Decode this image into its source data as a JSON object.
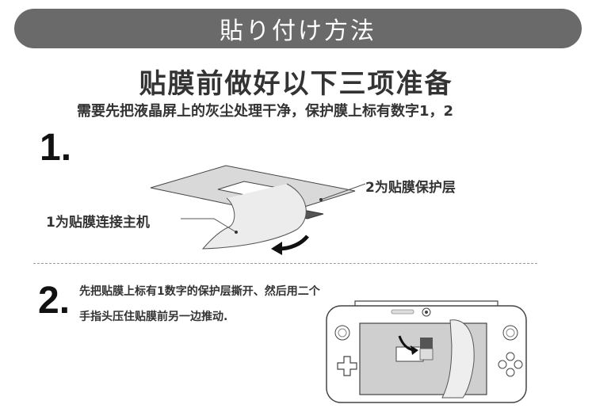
{
  "banner": {
    "title": "貼り付け方法"
  },
  "heading": "贴膜前做好以下三项准备",
  "subheading": "需要先把液晶屏上的灰尘处理干净，保护膜上标有数字1，2",
  "step1": {
    "number": "1.",
    "label_layer2": "2为贴膜保护层",
    "label_layer1": "1为贴膜连接主机"
  },
  "step2": {
    "number": "2.",
    "instruction": "先把贴膜上标有1数字的保护层撕开、然后用二个手指头压住贴膜前另一边推动."
  },
  "colors": {
    "banner": "#6a6a6a",
    "film": "#d9d9d9",
    "tab": "#555555"
  }
}
